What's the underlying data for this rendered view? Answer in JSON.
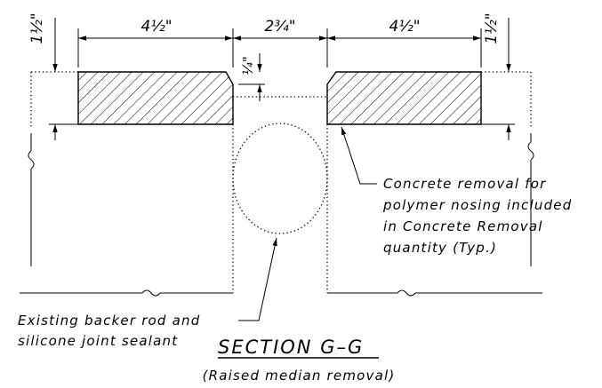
{
  "dimensions": {
    "left_nosing_width": "4½\"",
    "joint_gap_width": "2¾\"",
    "right_nosing_width": "4½\"",
    "left_depth": "1½\"",
    "right_depth": "1½\"",
    "chamfer": "¼\""
  },
  "notes": {
    "concrete_removal": [
      "Concrete removal for",
      "polymer nosing included",
      "in Concrete Removal",
      "quantity (Typ.)"
    ],
    "backer_rod": [
      "Existing backer rod and",
      "silicone joint sealant"
    ]
  },
  "section": {
    "title": "SECTION G–G",
    "subtitle": "(Raised median removal)"
  }
}
